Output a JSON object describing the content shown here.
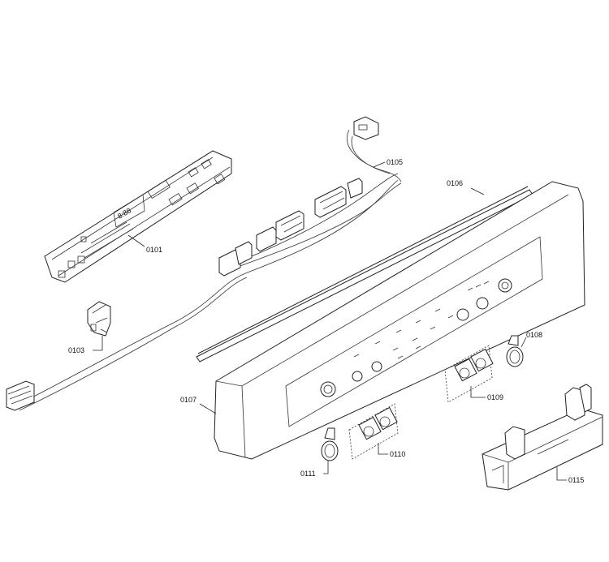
{
  "parts": [
    {
      "id": "p0101",
      "label": "0101"
    },
    {
      "id": "p0103",
      "label": "0103"
    },
    {
      "id": "p0105",
      "label": "0105"
    },
    {
      "id": "p0106",
      "label": "0106"
    },
    {
      "id": "p0107",
      "label": "0107"
    },
    {
      "id": "p0108",
      "label": "0108"
    },
    {
      "id": "p0109",
      "label": "0109"
    },
    {
      "id": "p0110",
      "label": "0110"
    },
    {
      "id": "p0111",
      "label": "0111"
    },
    {
      "id": "p0115",
      "label": "0115"
    }
  ],
  "display_text": "8:88"
}
